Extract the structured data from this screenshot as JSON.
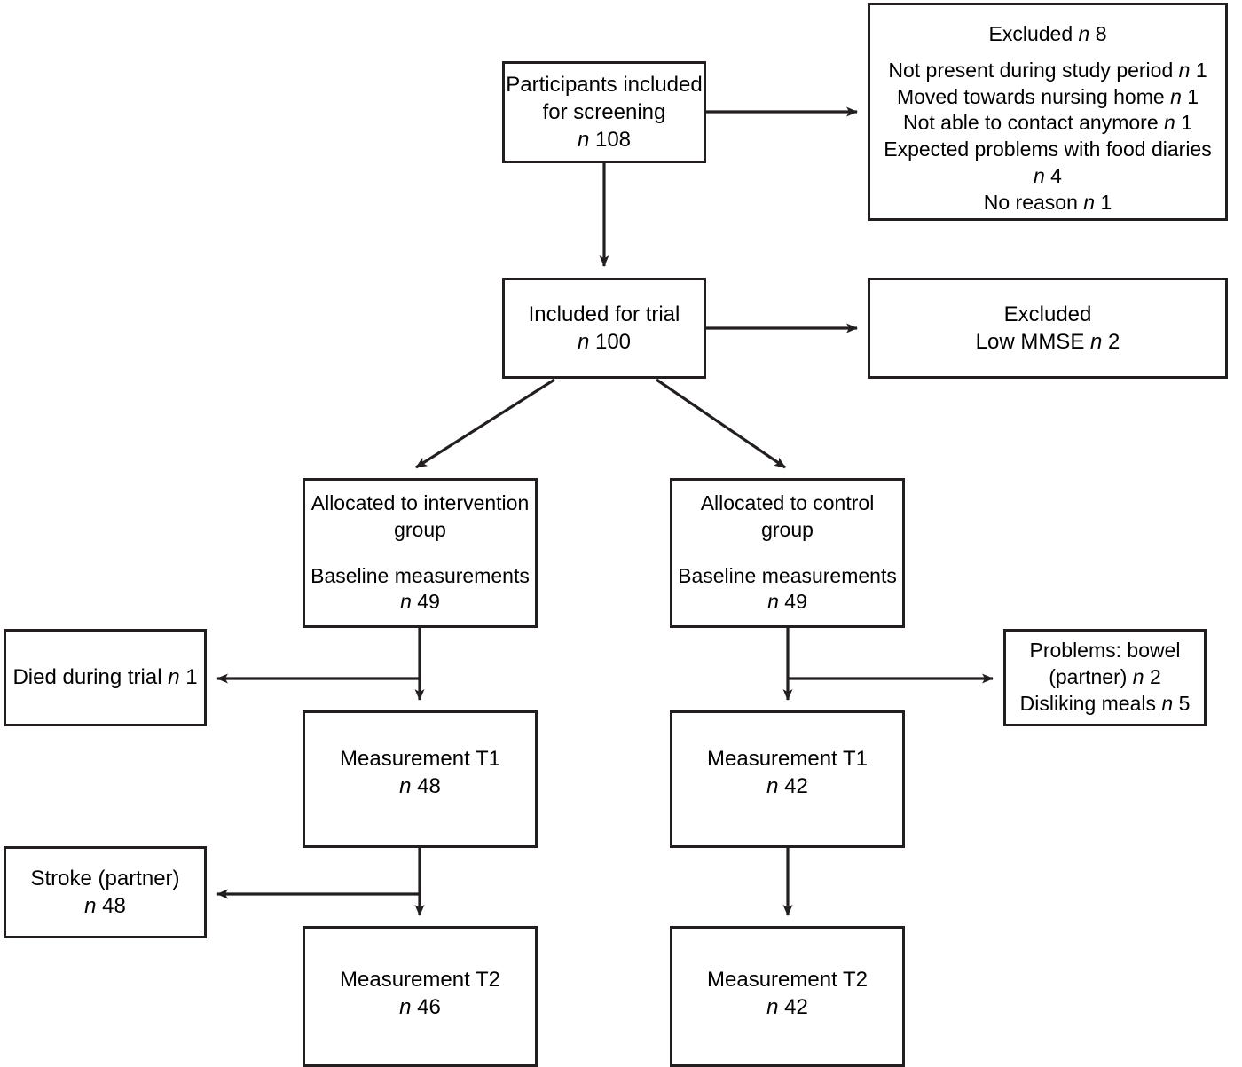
{
  "diagram": {
    "type": "flowchart",
    "title": "CONSORT participant flow diagram",
    "line_color": "#231f20",
    "background": "#ffffff",
    "nodes": {
      "screening": {
        "lines": [
          {
            "text": "Participants included"
          },
          {
            "text": "for screening"
          },
          {
            "prefix": "",
            "italic": "n",
            "suffix": " 108"
          }
        ]
      },
      "excluded_screening": {
        "lines": [
          {
            "prefix": "Excluded ",
            "italic": "n",
            "suffix": " 8"
          },
          {
            "gap": true
          },
          {
            "prefix": "Not present during study period ",
            "italic": "n",
            "suffix": " 1"
          },
          {
            "prefix": "Moved towards nursing home ",
            "italic": "n",
            "suffix": " 1"
          },
          {
            "prefix": "Not able to contact anymore ",
            "italic": "n",
            "suffix": " 1"
          },
          {
            "text": "Expected problems with food diaries"
          },
          {
            "prefix": "",
            "italic": "n",
            "suffix": " 4"
          },
          {
            "prefix": "No reason ",
            "italic": "n",
            "suffix": " 1"
          }
        ]
      },
      "included": {
        "lines": [
          {
            "text": "Included for trial"
          },
          {
            "prefix": "",
            "italic": "n",
            "suffix": " 100"
          }
        ]
      },
      "excluded_mmse": {
        "lines": [
          {
            "text": "Excluded"
          },
          {
            "prefix": "Low MMSE ",
            "italic": "n",
            "suffix": " 2"
          }
        ]
      },
      "intervention": {
        "lines": [
          {
            "text": "Allocated to intervention"
          },
          {
            "text": "group"
          },
          {
            "gap": true
          },
          {
            "text": "Baseline measurements"
          },
          {
            "prefix": "",
            "italic": "n",
            "suffix": " 49"
          }
        ]
      },
      "control": {
        "lines": [
          {
            "text": "Allocated to control"
          },
          {
            "text": "group"
          },
          {
            "gap": true
          },
          {
            "text": "Baseline measurements"
          },
          {
            "prefix": "",
            "italic": "n",
            "suffix": " 49"
          }
        ]
      },
      "died": {
        "lines": [
          {
            "prefix": "Died during trial ",
            "italic": "n",
            "suffix": " 1"
          }
        ]
      },
      "problems": {
        "lines": [
          {
            "text": "Problems: bowel"
          },
          {
            "prefix": "(partner) ",
            "italic": "n",
            "suffix": " 2"
          },
          {
            "prefix": "Disliking meals ",
            "italic": "n",
            "suffix": " 5"
          }
        ]
      },
      "t1_intervention": {
        "lines": [
          {
            "text": "Measurement T1"
          },
          {
            "prefix": "",
            "italic": "n",
            "suffix": " 48"
          }
        ]
      },
      "t1_control": {
        "lines": [
          {
            "text": "Measurement T1"
          },
          {
            "prefix": "",
            "italic": "n",
            "suffix": " 42"
          }
        ]
      },
      "stroke": {
        "lines": [
          {
            "text": "Stroke (partner)"
          },
          {
            "prefix": "",
            "italic": "n",
            "suffix": " 48"
          }
        ]
      },
      "t2_intervention": {
        "lines": [
          {
            "text": "Measurement T2"
          },
          {
            "prefix": "",
            "italic": "n",
            "suffix": " 46"
          }
        ]
      },
      "t2_control": {
        "lines": [
          {
            "text": "Measurement T2"
          },
          {
            "prefix": "",
            "italic": "n",
            "suffix": " 42"
          }
        ]
      }
    },
    "edges": [
      {
        "from": "screening",
        "to": "excluded_screening",
        "direction": "right"
      },
      {
        "from": "screening",
        "to": "included",
        "direction": "down"
      },
      {
        "from": "included",
        "to": "excluded_mmse",
        "direction": "right"
      },
      {
        "from": "included",
        "to": "intervention",
        "direction": "down-left"
      },
      {
        "from": "included",
        "to": "control",
        "direction": "down-right"
      },
      {
        "from": "intervention",
        "to": "t1_intervention",
        "direction": "down"
      },
      {
        "from": "intervention",
        "to": "died",
        "direction": "left"
      },
      {
        "from": "control",
        "to": "t1_control",
        "direction": "down"
      },
      {
        "from": "control",
        "to": "problems",
        "direction": "right"
      },
      {
        "from": "t1_intervention",
        "to": "t2_intervention",
        "direction": "down"
      },
      {
        "from": "t1_intervention",
        "to": "stroke",
        "direction": "left"
      },
      {
        "from": "t1_control",
        "to": "t2_control",
        "direction": "down"
      }
    ]
  }
}
